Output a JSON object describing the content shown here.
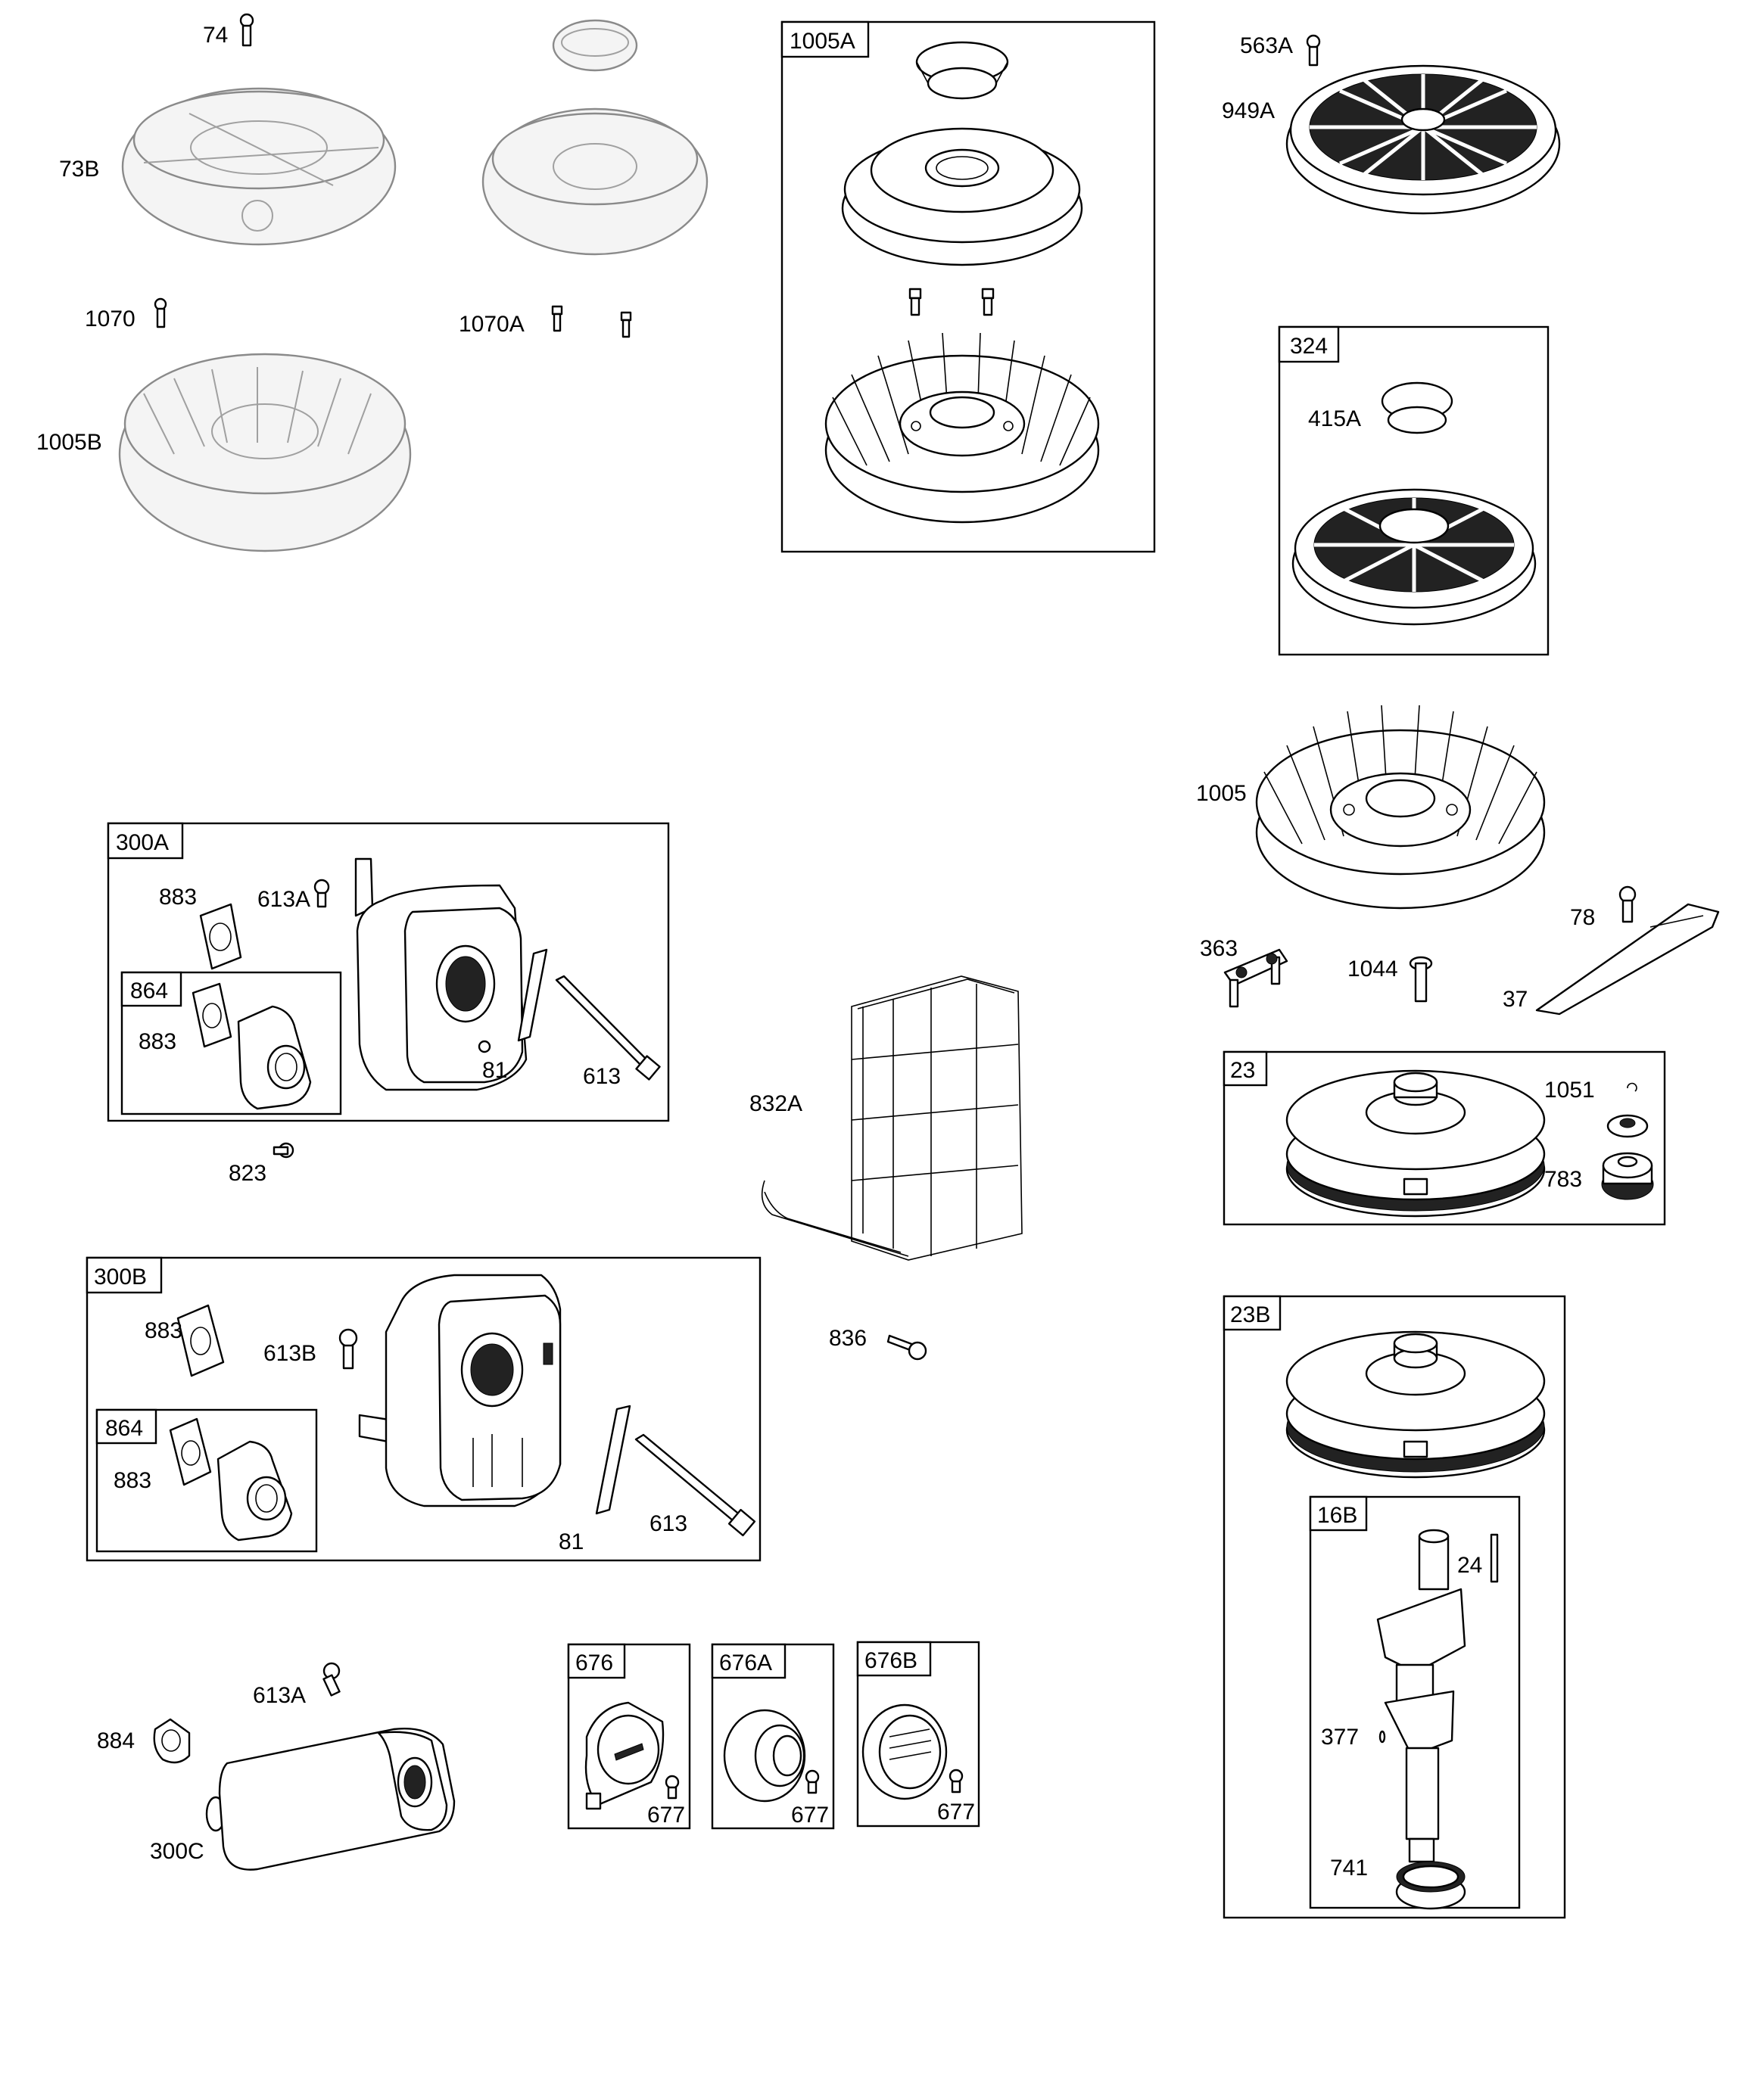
{
  "diagram": {
    "labels": {
      "l74": "74",
      "l73B": "73B",
      "l1070": "1070",
      "l1070A": "1070A",
      "l1005B": "1005B",
      "l563A": "563A",
      "l949A": "949A",
      "l415A": "415A",
      "l1005": "1005",
      "l78": "78",
      "l363": "363",
      "l1044": "1044",
      "l37": "37",
      "l1051": "1051",
      "l783": "783",
      "l24": "24",
      "l377": "377",
      "l741": "741",
      "l883a": "883",
      "l613Aa": "613A",
      "l883b": "883",
      "l81a": "81",
      "l613a": "613",
      "l823": "823",
      "l832A": "832A",
      "l836": "836",
      "l883c": "883",
      "l613B": "613B",
      "l883d": "883",
      "l81b": "81",
      "l613b": "613",
      "l613Ab": "613A",
      "l884": "884",
      "l300C": "300C",
      "l677a": "677",
      "l677b": "677",
      "l677c": "677"
    },
    "boxes": {
      "b1005A": "1005A",
      "b324": "324",
      "b300A": "300A",
      "b864a": "864",
      "b300B": "300B",
      "b864b": "864",
      "b23": "23",
      "b23B": "23B",
      "b16B": "16B",
      "b676": "676",
      "b676A": "676A",
      "b676B": "676B"
    }
  }
}
